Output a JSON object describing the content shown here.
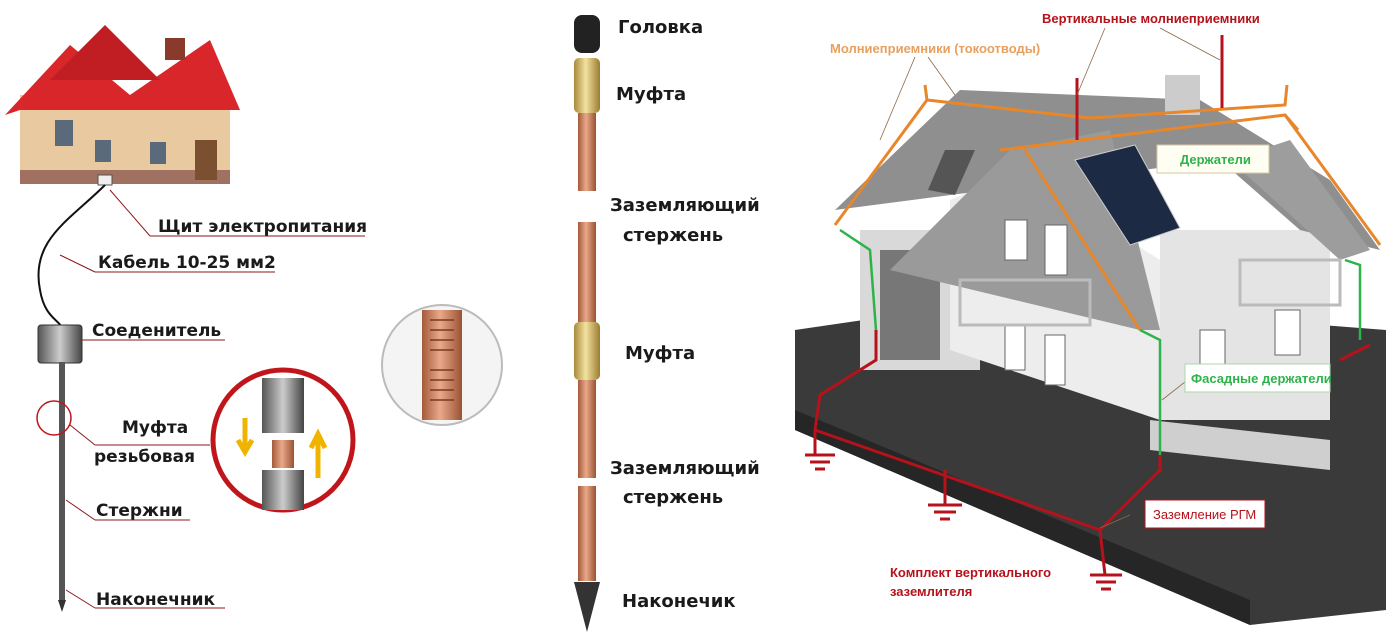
{
  "left_panel": {
    "labels": {
      "panel": "Щит электропитания",
      "cable": "Кабель 10-25 мм2",
      "connector": "Соеденитель",
      "coupling_line1": "Муфта",
      "coupling_line2": "резьбовая",
      "rods": "Стержни",
      "tip": "Наконечник"
    }
  },
  "middle_panel": {
    "labels": {
      "head": "Головка",
      "coupling_top": "Муфта",
      "rod_top_line1": "Заземляющий",
      "rod_top_line2": "стержень",
      "coupling_mid": "Муфта",
      "rod_bottom_line1": "Заземляющий",
      "rod_bottom_line2": "стержень",
      "tip": "Наконечик"
    }
  },
  "right_panel": {
    "labels": {
      "vertical_air_terminals": "Вертикальные молниеприемники",
      "air_terminals": "Молниеприемники (токоотводы)",
      "holders": "Держатели",
      "facade_holders": "Фасадные держатели",
      "grounding": "Заземление РГМ",
      "kit_line1": "Комплект вертикального",
      "kit_line2": "заземлителя"
    }
  },
  "colors": {
    "red": "#b5121b",
    "orange": "#e8862a",
    "green": "#2db34a",
    "copper": "#c9825a"
  }
}
